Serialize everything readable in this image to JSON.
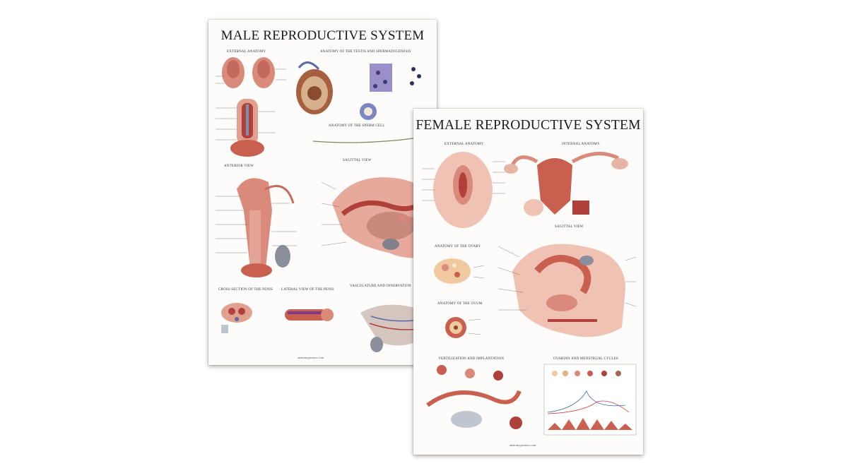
{
  "male_poster": {
    "title": "MALE REPRODUCTIVE SYSTEM",
    "sections": {
      "external": "EXTERNAL ANATOMY",
      "testis": "ANATOMY OF THE TESTIS AND SPERMATOGENESIS",
      "sperm": "ANATOMY OF THE SPERM CELL",
      "anterior": "ANTERIOR VIEW",
      "sagittal": "SAGITTAL VIEW",
      "cross": "CROSS SECTION OF THE PENIS",
      "lateral": "LATERAL VIEW OF THE PENIS",
      "vasculature": "VASCULATURE AND INNERVATION"
    },
    "footer": "anatomyposters.com"
  },
  "female_poster": {
    "title": "FEMALE REPRODUCTIVE SYSTEM",
    "sections": {
      "external": "EXTERNAL ANATOMY",
      "internal": "INTERNAL ANATOMY",
      "sagittal": "SAGITTAL VIEW",
      "ovary": "ANATOMY OF THE OVARY",
      "ovum": "ANATOMY OF THE OVUM",
      "fertilization": "FERTILIZATION AND IMPLANTATION",
      "cycles": "OVARIAN AND MENSTRUAL CYCLES"
    },
    "footer": "anatomyposters.com"
  },
  "colors": {
    "tissue": "#d98a7a",
    "tissue_dark": "#b0413a",
    "tissue_light": "#efc2b3",
    "vessel_blue": "#4f5f9c",
    "label_line": "#555555"
  }
}
